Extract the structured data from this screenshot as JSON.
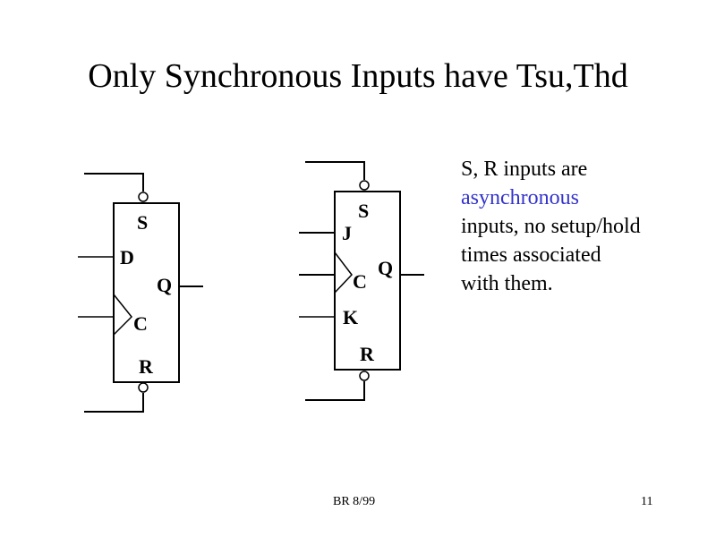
{
  "slide": {
    "title": "Only Synchronous Inputs have Tsu,Thd",
    "note": {
      "line1": "S, R inputs are",
      "line2": "asynchronous",
      "line3": "inputs, no setup/hold",
      "line4": "times associated",
      "line5": "with them.",
      "accent_color": "#3333cc"
    },
    "footer": {
      "center": "BR 8/99",
      "page_number": "11"
    }
  },
  "diagrams": {
    "d_flipflop": {
      "pins": {
        "set": "S",
        "data": "D",
        "clock": "C",
        "reset": "R",
        "output": "Q"
      }
    },
    "jk_flipflop": {
      "pins": {
        "set": "S",
        "j": "J",
        "clock": "C",
        "k": "K",
        "reset": "R",
        "output": "Q"
      }
    }
  }
}
